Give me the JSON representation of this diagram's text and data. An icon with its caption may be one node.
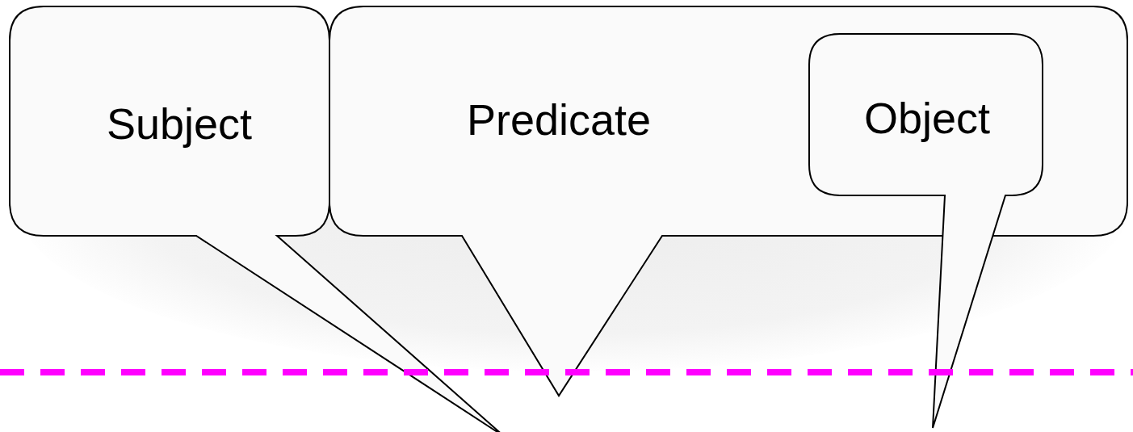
{
  "diagram": {
    "nodes": [
      {
        "text": [
          "Subject"
        ]
      },
      {
        "text": [
          "Predicate"
        ]
      },
      {
        "text": [
          "Object"
        ]
      }
    ]
  }
}
